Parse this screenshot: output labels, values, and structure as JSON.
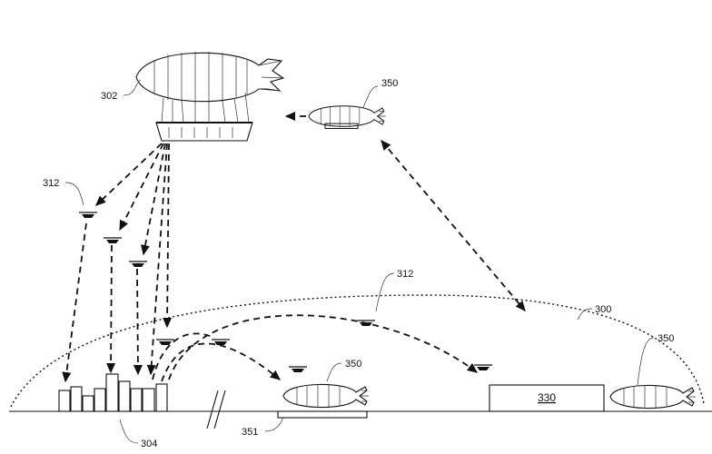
{
  "labels": {
    "airship_main": "302",
    "airship_resupply": "350",
    "uav_upper": "312",
    "uav_lower": "312",
    "boundary": "300",
    "airship_ground": "350",
    "airship_ground_right": "350",
    "buildings": "304",
    "ground_station": "351",
    "facility": "330"
  },
  "colors": {
    "line": "#111111",
    "background": "#ffffff"
  }
}
